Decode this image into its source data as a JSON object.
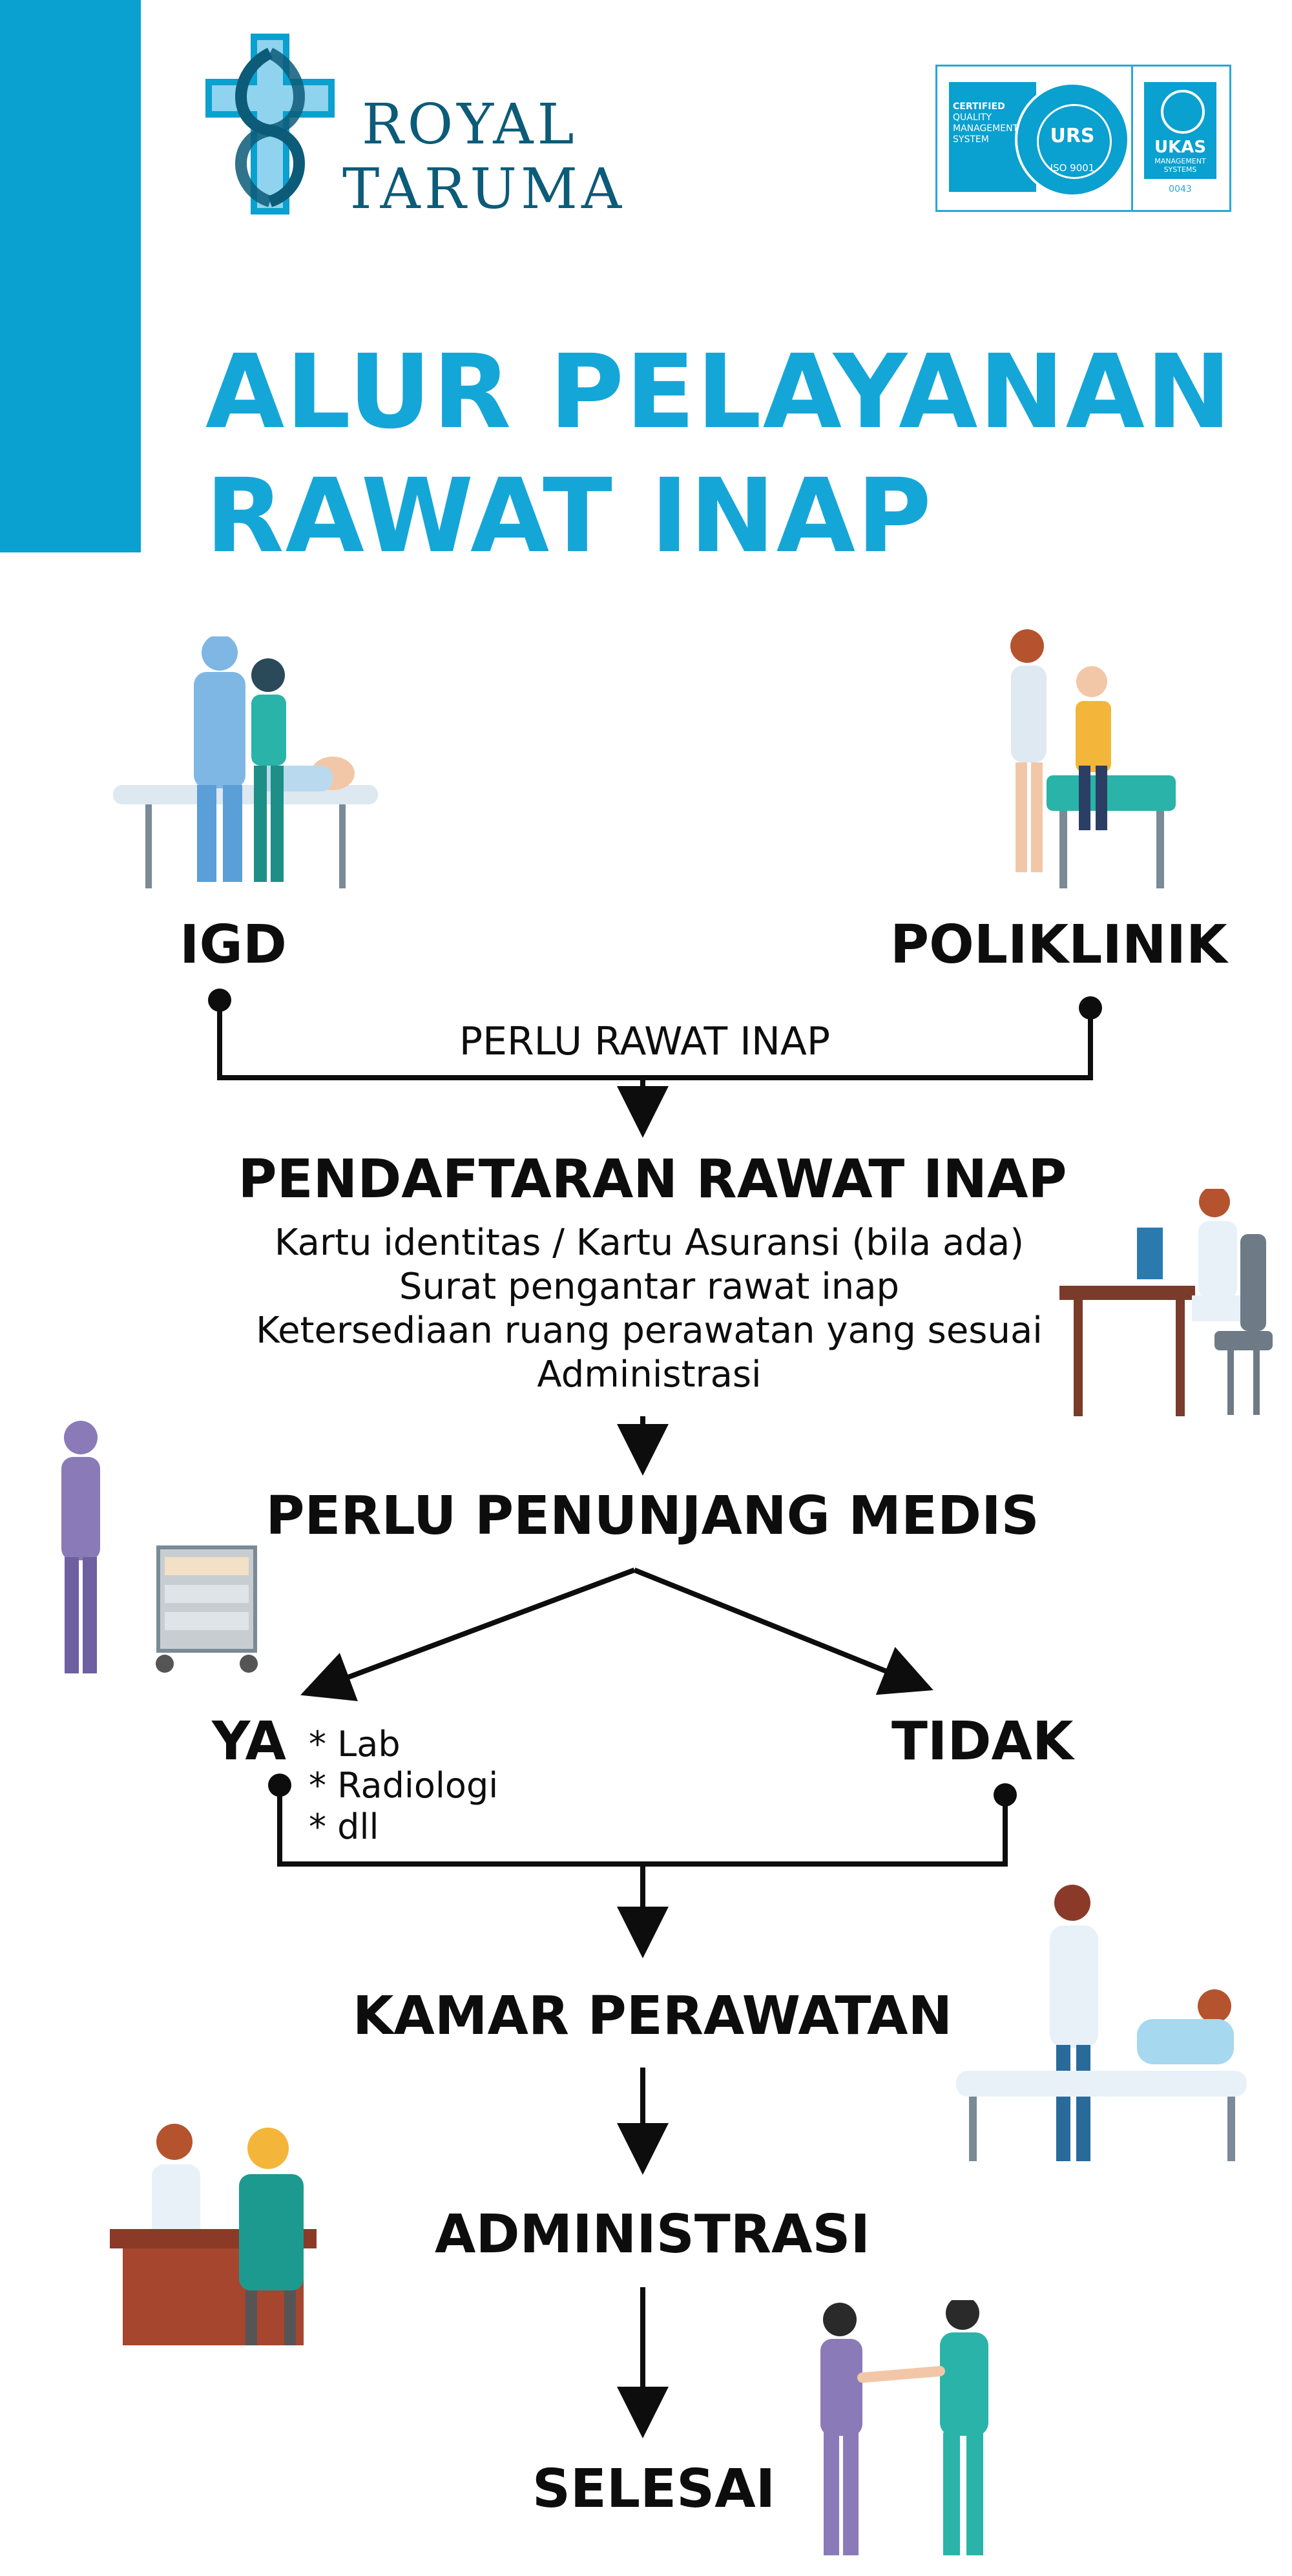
{
  "brand": {
    "name_line1": "ROYAL",
    "name_line2": "TARUMA"
  },
  "certification": {
    "urs_text": [
      "CERTIFIED",
      "QUALITY",
      "MANAGEMENT",
      "SYSTEM"
    ],
    "urs_ring_label": "URS",
    "urs_standard": "ISO 9001",
    "ukas_label": "UKAS",
    "ukas_sub": [
      "MANAGEMENT",
      "SYSTEMS"
    ],
    "ukas_number": "0043"
  },
  "title": {
    "line1": "ALUR PELAYANAN",
    "line2": "RAWAT INAP"
  },
  "flow": {
    "entry_left": "IGD",
    "entry_right": "POLIKLINIK",
    "merge_label": "PERLU RAWAT INAP",
    "registration": {
      "heading": "PENDAFTARAN RAWAT INAP",
      "requirements": [
        "Kartu identitas / Kartu Asuransi (bila ada)",
        "Surat pengantar rawat inap",
        "Ketersediaan ruang perawatan yang sesuai",
        "Administrasi"
      ]
    },
    "support": "PERLU PENUNJANG MEDIS",
    "yes": "YA",
    "yes_items": [
      "* Lab",
      "* Radiologi",
      "* dll"
    ],
    "no": "TIDAK",
    "room": "KAMAR PERAWATAN",
    "admin": "ADMINISTRASI",
    "done": "SELESAI"
  },
  "colors": {
    "accent": "#0aa0cf",
    "title": "#15a6d8",
    "logo": "#0c5b78",
    "line": "#0d0d0d"
  },
  "illustrations": [
    "er-team-icon",
    "doctor-examining-child-icon",
    "receptionist-desk-icon",
    "nurse-cart-icon",
    "doctor-patient-bed-icon",
    "consultation-desk-icon",
    "nurse-patient-icon"
  ]
}
